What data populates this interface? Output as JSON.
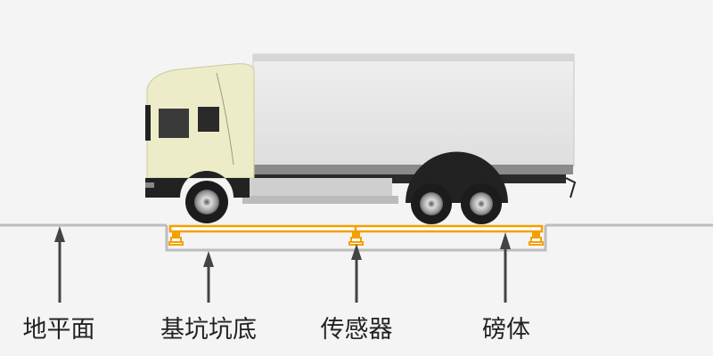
{
  "labels": {
    "ground": "地平面",
    "pit_bottom": "基坑坑底",
    "sensor": "传感器",
    "platform": "磅体"
  },
  "colors": {
    "platform": "#f5a000",
    "arrow": "#444444",
    "cab": "#ecedc8",
    "box": "#e6e6e6"
  }
}
